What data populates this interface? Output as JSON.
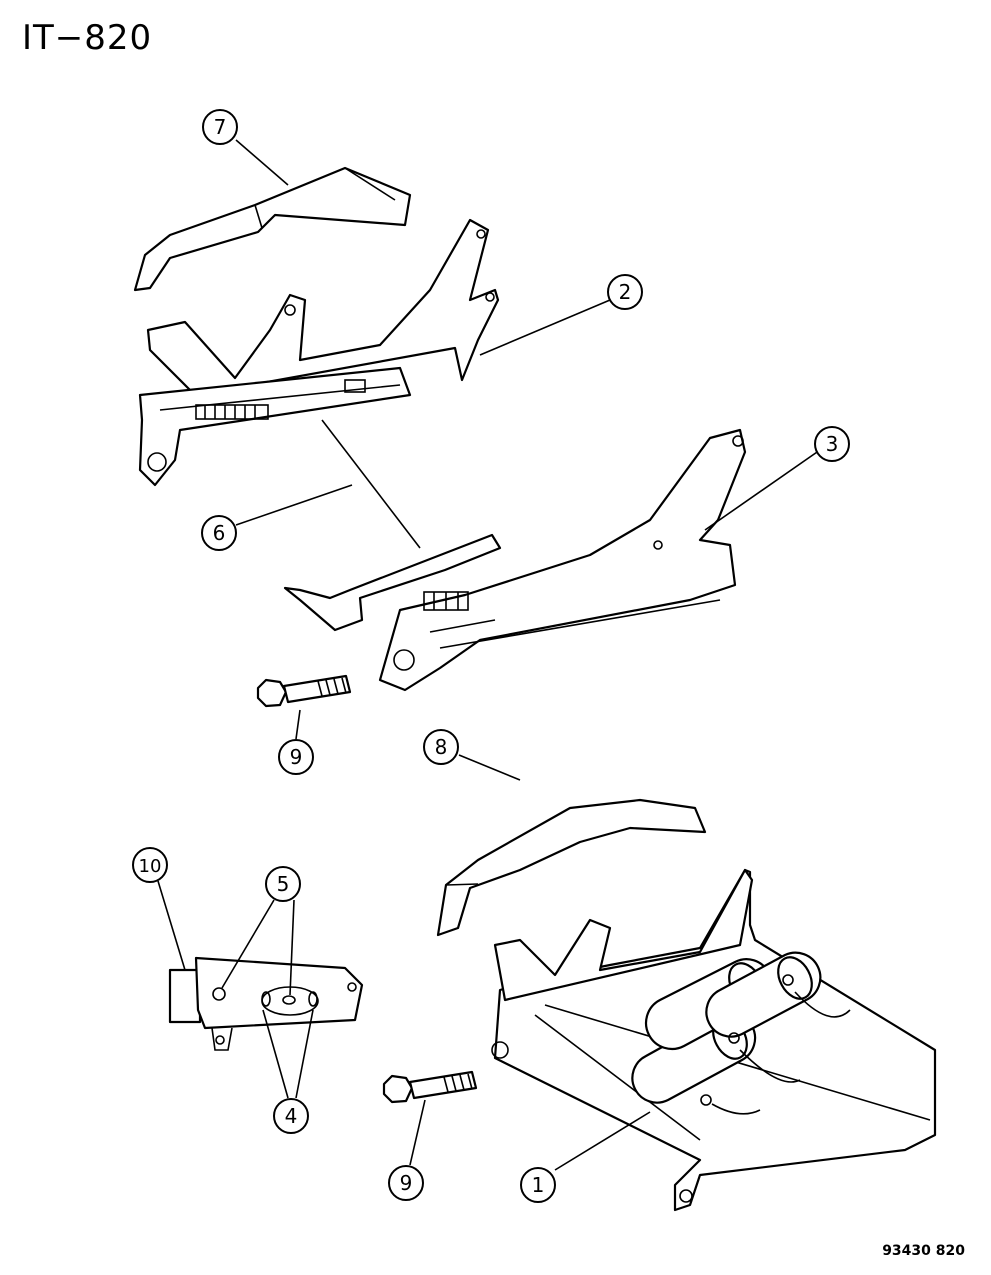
{
  "header": {
    "page_id": "IT−820"
  },
  "footer": {
    "code": "93430 820"
  },
  "callouts": [
    "1",
    "2",
    "3",
    "4",
    "5",
    "6",
    "7",
    "8",
    "9",
    "9",
    "10"
  ]
}
